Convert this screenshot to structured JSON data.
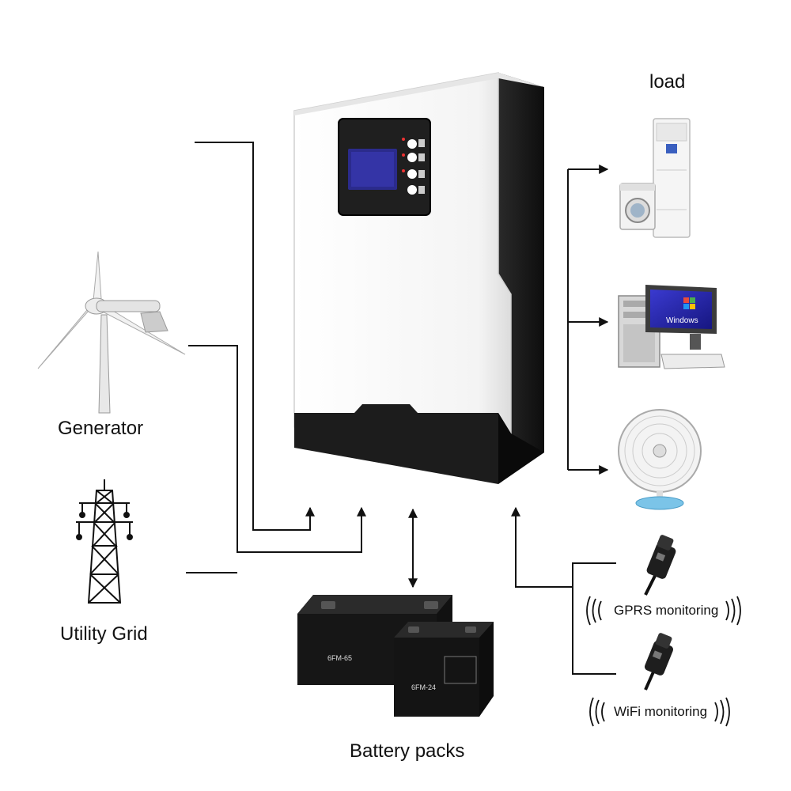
{
  "labels": {
    "load": "load",
    "generator": "Generator",
    "utility_grid": "Utility Grid",
    "battery_packs": "Battery packs",
    "gprs_monitoring": "GPRS monitoring",
    "wifi_monitoring": "WiFi monitoring"
  },
  "battery_markings": {
    "large": "6FM-65",
    "small": "6FM-24"
  },
  "screen_text": "Windows",
  "colors": {
    "line": "#111111",
    "inverter_body": "#f7f7f7",
    "inverter_dark": "#1c1c1c",
    "screen": "#2b2b8c",
    "battery": "#1a1a1a"
  }
}
